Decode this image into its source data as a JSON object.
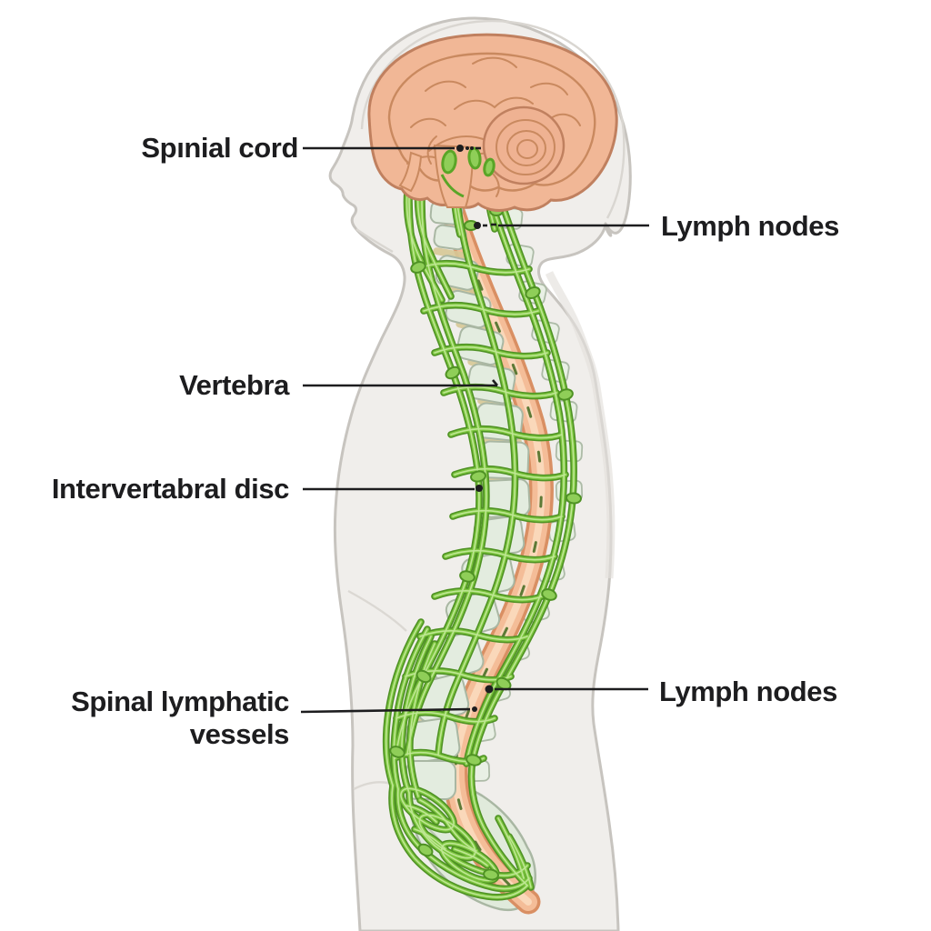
{
  "diagram": {
    "type": "anatomical-illustration",
    "subject": "Spinal lymphatic system shown on a human body in sagittal profile",
    "labels": {
      "spinal_cord": {
        "text": "Spınial cord"
      },
      "lymph_nodes_upper": {
        "text": "Lymph nodes"
      },
      "vertebra": {
        "text": "Vertebra"
      },
      "intervertebral_disc": {
        "text": "Intervertabral disc"
      },
      "spinal_lymphatic_vessels": {
        "line1": "Spinal lymphatic",
        "line2": "vessels"
      },
      "lymph_nodes_lower": {
        "text": "Lymph nodes"
      }
    },
    "colors": {
      "background": "#ffffff",
      "body_fill": "#f0eeeb",
      "body_outline": "#c7c4bf",
      "brain": "#f1b796",
      "brain_outline": "#c0805f",
      "spinal_cord": "#f4bd98",
      "vertebra": "#e3ecdf",
      "vertebra_outline": "#a9b7a3",
      "intervertebral_disc": "#d6c896",
      "lymph_vessel": "#7cc53f",
      "lymph_vessel_dark": "#4f9224",
      "label_text": "#1d1d1f"
    }
  }
}
